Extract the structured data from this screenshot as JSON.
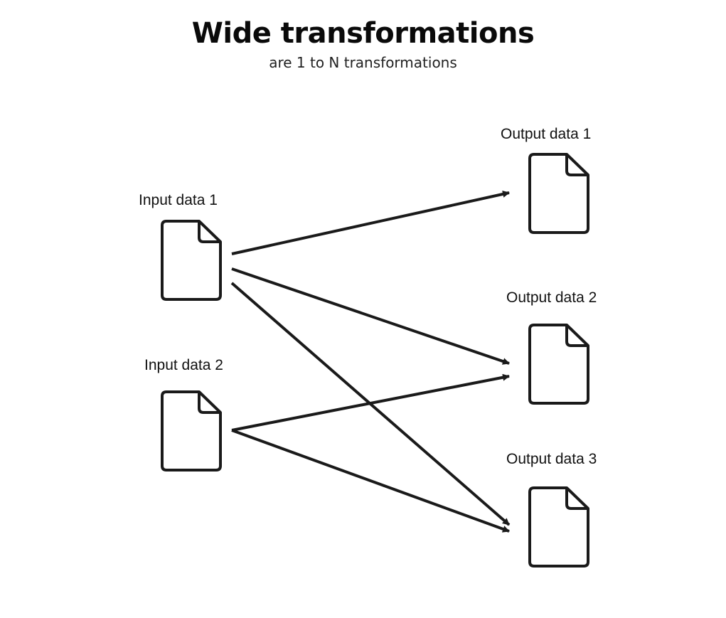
{
  "header": {
    "title": "Wide transformations",
    "subtitle": "are 1 to N transformations"
  },
  "inputs": [
    {
      "label": "Input data 1",
      "icon": "document-icon"
    },
    {
      "label": "Input data 2",
      "icon": "document-icon"
    }
  ],
  "outputs": [
    {
      "label": "Output data 1",
      "icon": "document-icon"
    },
    {
      "label": "Output data 2",
      "icon": "document-icon"
    },
    {
      "label": "Output data 3",
      "icon": "document-icon"
    }
  ],
  "edges": [
    {
      "from": "Input data 1",
      "to": "Output data 1"
    },
    {
      "from": "Input data 1",
      "to": "Output data 2"
    },
    {
      "from": "Input data 1",
      "to": "Output data 3"
    },
    {
      "from": "Input data 2",
      "to": "Output data 2"
    },
    {
      "from": "Input data 2",
      "to": "Output data 3"
    }
  ],
  "colors": {
    "stroke": "#1a1a1a",
    "background": "#ffffff"
  }
}
